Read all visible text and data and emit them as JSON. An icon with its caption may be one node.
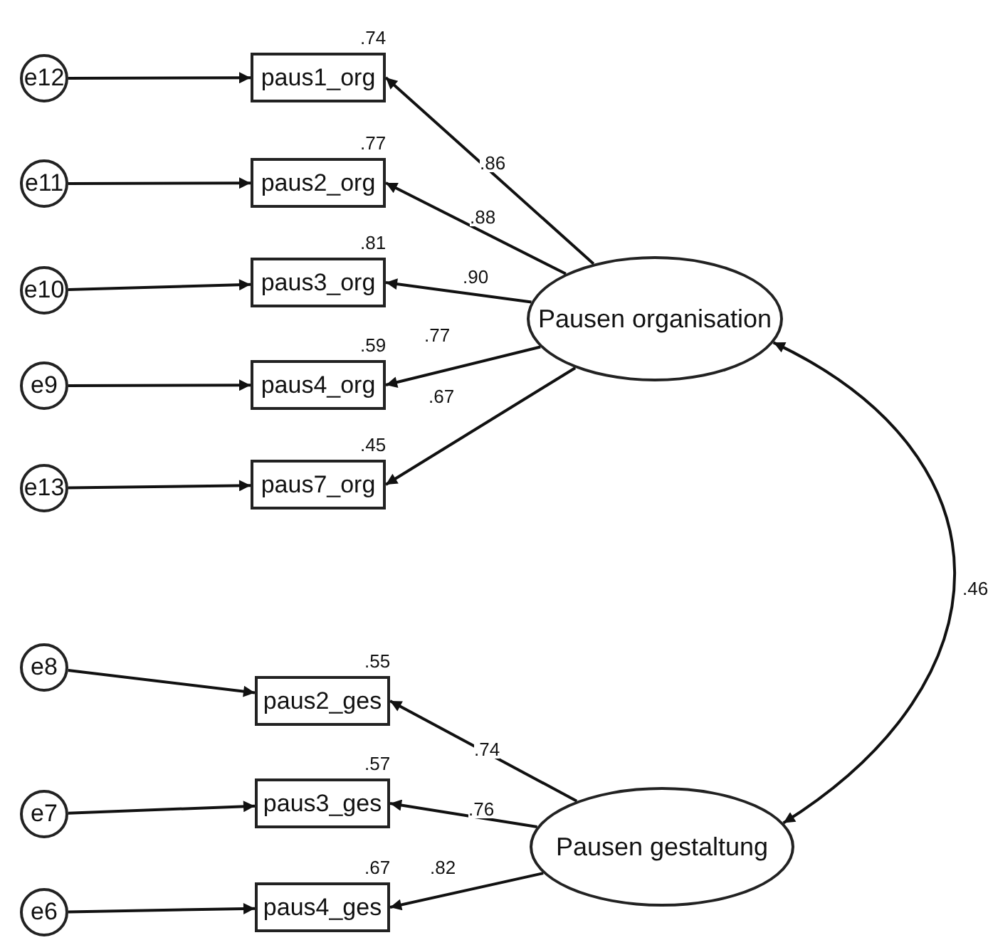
{
  "diagram": {
    "nodes": [
      {
        "text": [
          "e12"
        ]
      },
      {
        "text": [
          "paus1_org"
        ],
        "beside": [
          ".74"
        ]
      },
      {
        "text": [
          "e11"
        ]
      },
      {
        "text": [
          "paus2_org"
        ],
        "beside": [
          ".77"
        ]
      },
      {
        "text": [
          "e10"
        ]
      },
      {
        "text": [
          "paus3_org"
        ],
        "beside": [
          ".81"
        ]
      },
      {
        "text": [
          "Pausen organisation"
        ]
      },
      {
        "text": [
          "e9"
        ]
      },
      {
        "text": [
          "paus4_org"
        ],
        "beside": [
          ".59"
        ]
      },
      {
        "text": [
          "e13"
        ]
      },
      {
        "text": [
          "paus7_org"
        ],
        "beside": [
          ".45"
        ]
      },
      {
        "text": [
          "e8"
        ]
      },
      {
        "text": [
          "paus2_ges"
        ],
        "beside": [
          ".55"
        ]
      },
      {
        "text": [
          "e7"
        ]
      },
      {
        "text": [
          "paus3_ges"
        ],
        "beside": [
          ".57"
        ]
      },
      {
        "text": [
          "e6"
        ]
      },
      {
        "text": [
          "paus4_ges"
        ],
        "beside": [
          ".67"
        ]
      },
      {
        "text": [
          "Pausen gestaltung"
        ]
      }
    ],
    "edges": [
      {
        "from": 0,
        "to": 1,
        "arrow": "to"
      },
      {
        "from": 2,
        "to": 3,
        "arrow": "to"
      },
      {
        "from": 4,
        "to": 5,
        "arrow": "to"
      },
      {
        "from": 7,
        "to": 8,
        "arrow": "to"
      },
      {
        "from": 9,
        "to": 10,
        "arrow": "to"
      },
      {
        "from": 11,
        "to": 12,
        "arrow": "to"
      },
      {
        "from": 13,
        "to": 14,
        "arrow": "to"
      },
      {
        "from": 15,
        "to": 16,
        "arrow": "to"
      },
      {
        "from": 6,
        "to": 1,
        "arrow": "to",
        "label": ".86"
      },
      {
        "from": 6,
        "to": 3,
        "arrow": "to",
        "label": ".88"
      },
      {
        "from": 6,
        "to": 5,
        "arrow": "to",
        "label": ".90"
      },
      {
        "from": 6,
        "to": 8,
        "arrow": "to",
        "label": ".77"
      },
      {
        "from": 6,
        "to": 10,
        "arrow": "to",
        "label": ".67"
      },
      {
        "from": 17,
        "to": 12,
        "arrow": "to",
        "label": ".74"
      },
      {
        "from": 17,
        "to": 14,
        "arrow": "to",
        "label": ".76"
      },
      {
        "from": 17,
        "to": 16,
        "arrow": "to",
        "label": ".82"
      },
      {
        "from": 6,
        "to": 17,
        "arrow": "both",
        "label": ".46"
      }
    ]
  }
}
